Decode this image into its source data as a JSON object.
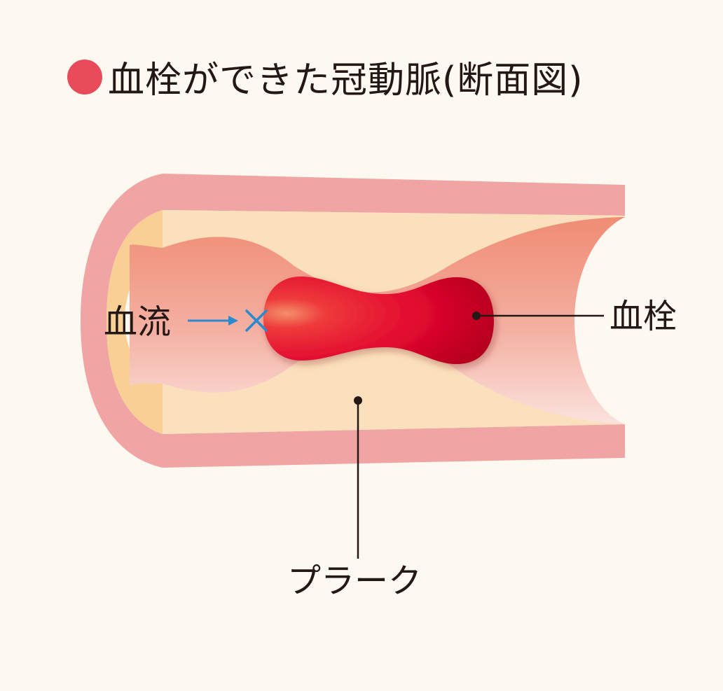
{
  "title": "血栓ができた冠動脈(断面図)",
  "labels": {
    "blood_flow": "血流",
    "thrombus": "血栓",
    "plaque": "プラーク"
  },
  "colors": {
    "background": "#fdf8f0",
    "title_dot": "#e84c5a",
    "vessel_wall": "#f0a4a4",
    "plaque": "#fbe0bd",
    "lumen": "#f19a80",
    "thrombus": "#e00a30",
    "flow_arrow": "#2a8ad0",
    "leader_line": "#231815"
  },
  "icons": [
    "blocked-flow-x-icon",
    "flow-arrow-icon"
  ]
}
